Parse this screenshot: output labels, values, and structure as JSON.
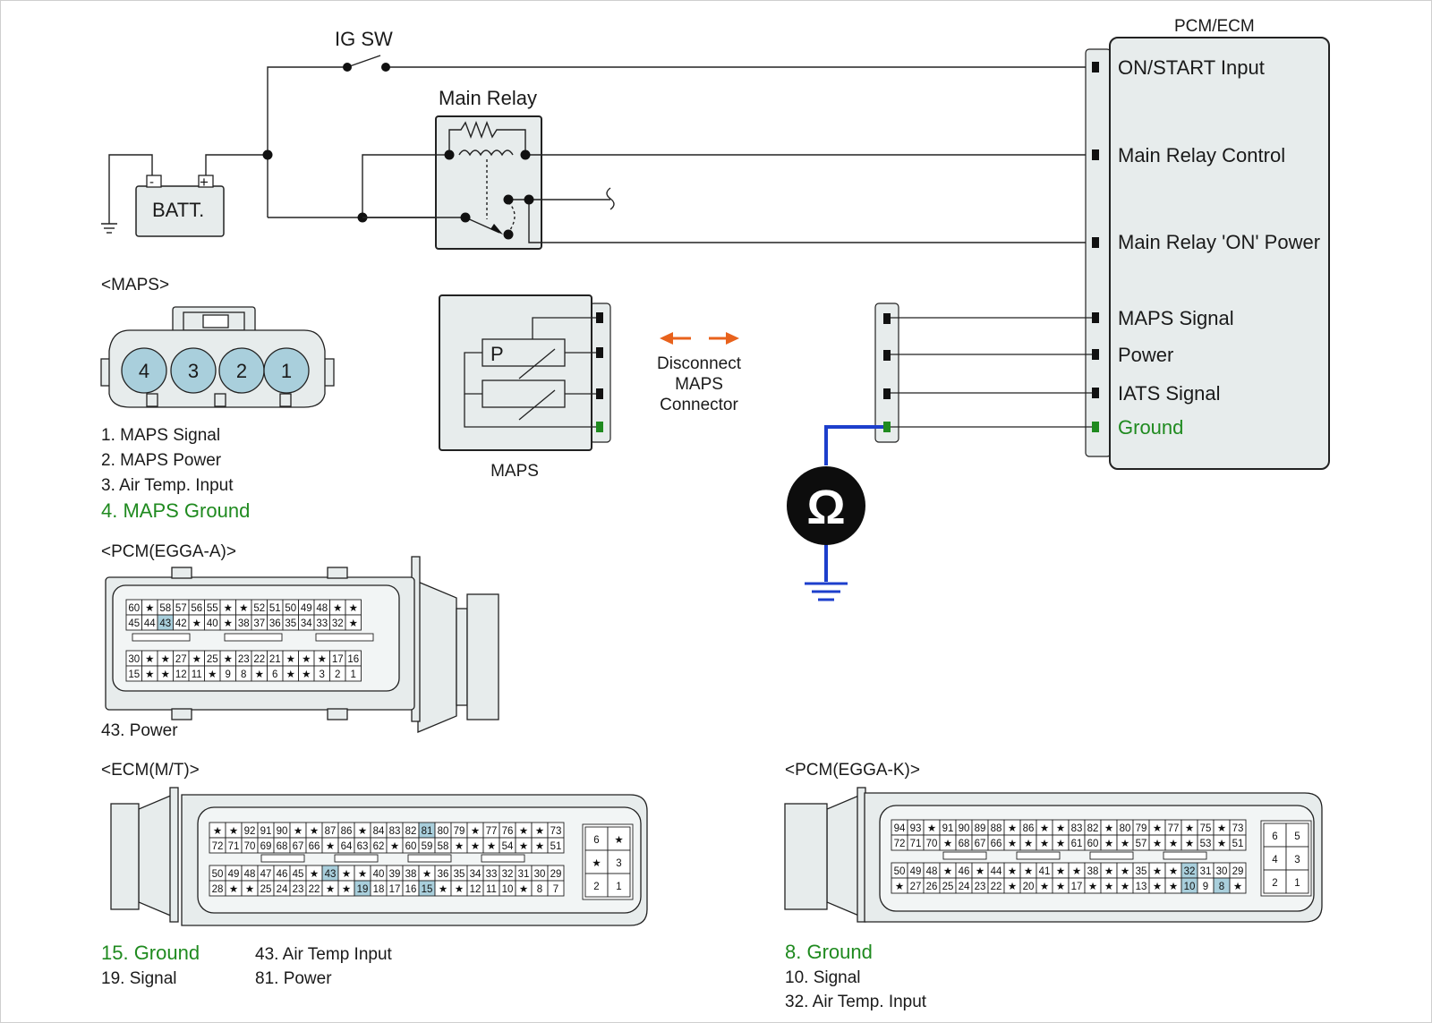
{
  "colors": {
    "wire": "#222222",
    "ground_wire": "#1d3fcc",
    "green": "#1f8a1f",
    "arrow": "#e8621c",
    "highlight": "#a9cfdc",
    "pin": "#111111",
    "box_fill": "#e7ecec"
  },
  "top": {
    "ig_sw": "IG SW",
    "main_relay": "Main Relay",
    "battery": "BATT.",
    "batt_neg": "-",
    "batt_pos": "+"
  },
  "pcm": {
    "title": "PCM/ECM",
    "pins": [
      "ON/START Input",
      "Main Relay Control",
      "Main Relay 'ON' Power",
      "MAPS Signal",
      "Power",
      "IATS Signal",
      "Ground"
    ]
  },
  "maps_sensor": {
    "label": "MAPS",
    "p_label": "P"
  },
  "disconnect": {
    "line1": "Disconnect",
    "line2": "MAPS",
    "line3": "Connector"
  },
  "ohmmeter": {
    "symbol": "Ω"
  },
  "maps_connector": {
    "title": "<MAPS>",
    "pins": [
      "4",
      "3",
      "2",
      "1"
    ],
    "legend": [
      "1. MAPS Signal",
      "2. MAPS Power",
      "3. Air Temp. Input",
      "4. MAPS Ground"
    ]
  },
  "egga_a": {
    "title": "<PCM(EGGA-A)>",
    "rows": [
      [
        "60",
        "★",
        "58",
        "57",
        "56",
        "55",
        "★",
        "★",
        "52",
        "51",
        "50",
        "49",
        "48",
        "★",
        "★"
      ],
      [
        "45",
        "44",
        "43",
        "42",
        "★",
        "40",
        "★",
        "38",
        "37",
        "36",
        "35",
        "34",
        "33",
        "32",
        "★"
      ],
      [
        "30",
        "★",
        "★",
        "27",
        "★",
        "25",
        "★",
        "23",
        "22",
        "21",
        "★",
        "★",
        "★",
        "17",
        "16"
      ],
      [
        "15",
        "★",
        "★",
        "12",
        "11",
        "★",
        "9",
        "8",
        "★",
        "6",
        "★",
        "★",
        "3",
        "2",
        "1"
      ]
    ],
    "highlight": [
      "43"
    ],
    "legend": [
      "43. Power"
    ]
  },
  "ecm_mt": {
    "title": "<ECM(M/T)>",
    "rows": [
      [
        "★",
        "★",
        "92",
        "91",
        "90",
        "★",
        "★",
        "87",
        "86",
        "★",
        "84",
        "83",
        "82",
        "81",
        "80",
        "79",
        "★",
        "77",
        "76",
        "★",
        "★",
        "73"
      ],
      [
        "72",
        "71",
        "70",
        "69",
        "68",
        "67",
        "66",
        "★",
        "64",
        "63",
        "62",
        "★",
        "60",
        "59",
        "58",
        "★",
        "★",
        "★",
        "54",
        "★",
        "★",
        "51"
      ],
      [
        "50",
        "49",
        "48",
        "47",
        "46",
        "45",
        "★",
        "43",
        "★",
        "★",
        "40",
        "39",
        "38",
        "★",
        "36",
        "35",
        "34",
        "33",
        "32",
        "31",
        "30",
        "29"
      ],
      [
        "28",
        "★",
        "★",
        "25",
        "24",
        "23",
        "22",
        "★",
        "★",
        "19",
        "18",
        "17",
        "16",
        "15",
        "★",
        "★",
        "12",
        "11",
        "10",
        "★",
        "8",
        "7"
      ]
    ],
    "side": [
      [
        "6",
        "★"
      ],
      [
        "★",
        "3"
      ],
      [
        "2",
        "1"
      ]
    ],
    "highlight": [
      "81",
      "43",
      "19",
      "15"
    ],
    "legend": [
      "15. Ground",
      "19. Signal",
      "43. Air Temp Input",
      "81. Power"
    ]
  },
  "egga_k": {
    "title": "<PCM(EGGA-K)>",
    "rows": [
      [
        "94",
        "93",
        "★",
        "91",
        "90",
        "89",
        "88",
        "★",
        "86",
        "★",
        "★",
        "83",
        "82",
        "★",
        "80",
        "79",
        "★",
        "77",
        "★",
        "75",
        "★",
        "73"
      ],
      [
        "72",
        "71",
        "70",
        "★",
        "68",
        "67",
        "66",
        "★",
        "★",
        "★",
        "★",
        "61",
        "60",
        "★",
        "★",
        "57",
        "★",
        "★",
        "★",
        "53",
        "★",
        "51"
      ],
      [
        "50",
        "49",
        "48",
        "★",
        "46",
        "★",
        "44",
        "★",
        "★",
        "41",
        "★",
        "★",
        "38",
        "★",
        "★",
        "35",
        "★",
        "★",
        "32",
        "31",
        "30",
        "29"
      ],
      [
        "★",
        "27",
        "26",
        "25",
        "24",
        "23",
        "22",
        "★",
        "20",
        "★",
        "★",
        "17",
        "★",
        "★",
        "★",
        "13",
        "★",
        "★",
        "10",
        "9",
        "8",
        "★"
      ]
    ],
    "side": [
      [
        "6",
        "5"
      ],
      [
        "4",
        "3"
      ],
      [
        "2",
        "1"
      ]
    ],
    "highlight": [
      "32",
      "10",
      "8"
    ],
    "legend": [
      "8. Ground",
      "10. Signal",
      "32. Air Temp. Input"
    ]
  }
}
